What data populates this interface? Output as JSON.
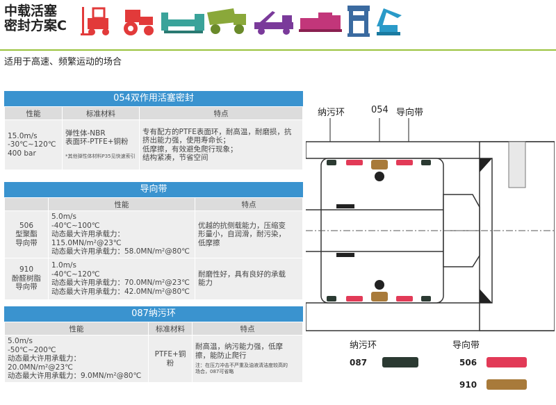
{
  "header": {
    "title_line1": "中载活塞",
    "title_line2": "密封方案C",
    "subtitle": "适用于高速、频繁运动的场合"
  },
  "colors": {
    "accent": "#3a93cf",
    "green": "#9ac23c",
    "red": "#e23a57",
    "brown": "#a87a3a",
    "dark": "#2b3a32"
  },
  "icons": [
    "forklift-icon",
    "tractor-icon",
    "press-machine-icon",
    "dump-truck-icon",
    "crane-truck-icon",
    "injection-machine-icon",
    "hydraulic-press-icon",
    "excavator-icon"
  ],
  "seal054": {
    "title": "054双作用活塞密封",
    "headers": [
      "性能",
      "标准材料",
      "特点"
    ],
    "perf": [
      "15.0m/s",
      "-30℃~120℃",
      "400 bar"
    ],
    "material": [
      "弹性体-NBR",
      "表面环-PTFE+铜粉"
    ],
    "note": "*其他弹性体材料P35见快速索引",
    "features": [
      "专有配方的PTFE表面环，耐高温，耐磨损，抗",
      "挤出能力强，使用寿命长；",
      "低摩擦，有效避免爬行现象；",
      "结构紧凑，节省空间"
    ]
  },
  "guide": {
    "title": "导向带",
    "headers": [
      "性能",
      "特点"
    ],
    "rows": [
      {
        "name": [
          "506",
          "型聚酯",
          "导向带"
        ],
        "perf": [
          "5.0m/s",
          "-40℃~100℃",
          "动态最大许用承载力：115.0MN/m²@23℃",
          "动态最大许用承载力：58.0MN/m²@80℃"
        ],
        "feat": [
          "优越的抗侧载能力，压缩变",
          "形量小，自润滑，耐污染，",
          "低摩擦"
        ]
      },
      {
        "name": [
          "910",
          "酚醛树脂",
          "导向带"
        ],
        "perf": [
          "1.0m/s",
          "-40℃~120℃",
          "动态最大许用承载力：70.0MN/m²@23℃",
          "动态最大许用承载力：42.0MN/m²@80℃"
        ],
        "feat": [
          "耐磨性好，具有良好的承载",
          "能力"
        ]
      }
    ]
  },
  "wiper": {
    "title": "087纳污环",
    "headers": [
      "性能",
      "标准材料",
      "特点"
    ],
    "perf": [
      "5.0m/s",
      "-50℃~200℃",
      "动态最大许用承载力：20.0MN/m²@23℃",
      "动态最大许用承载力：9.0MN/m²@80℃"
    ],
    "material": "PTFE+铜粉",
    "features": [
      "耐高温，纳污能力强，低摩",
      "擦，能防止爬行"
    ],
    "note": [
      "注：在压力冲击不严重及油液清洁度较高的",
      "场合，087可省略"
    ]
  },
  "diagram": {
    "label_wiper": "纳污环",
    "label_054": "054",
    "label_guide": "导向带"
  },
  "legend": {
    "wiper_title": "纳污环",
    "guide_title": "导向带",
    "code_087": "087",
    "code_506": "506",
    "code_910": "910"
  }
}
